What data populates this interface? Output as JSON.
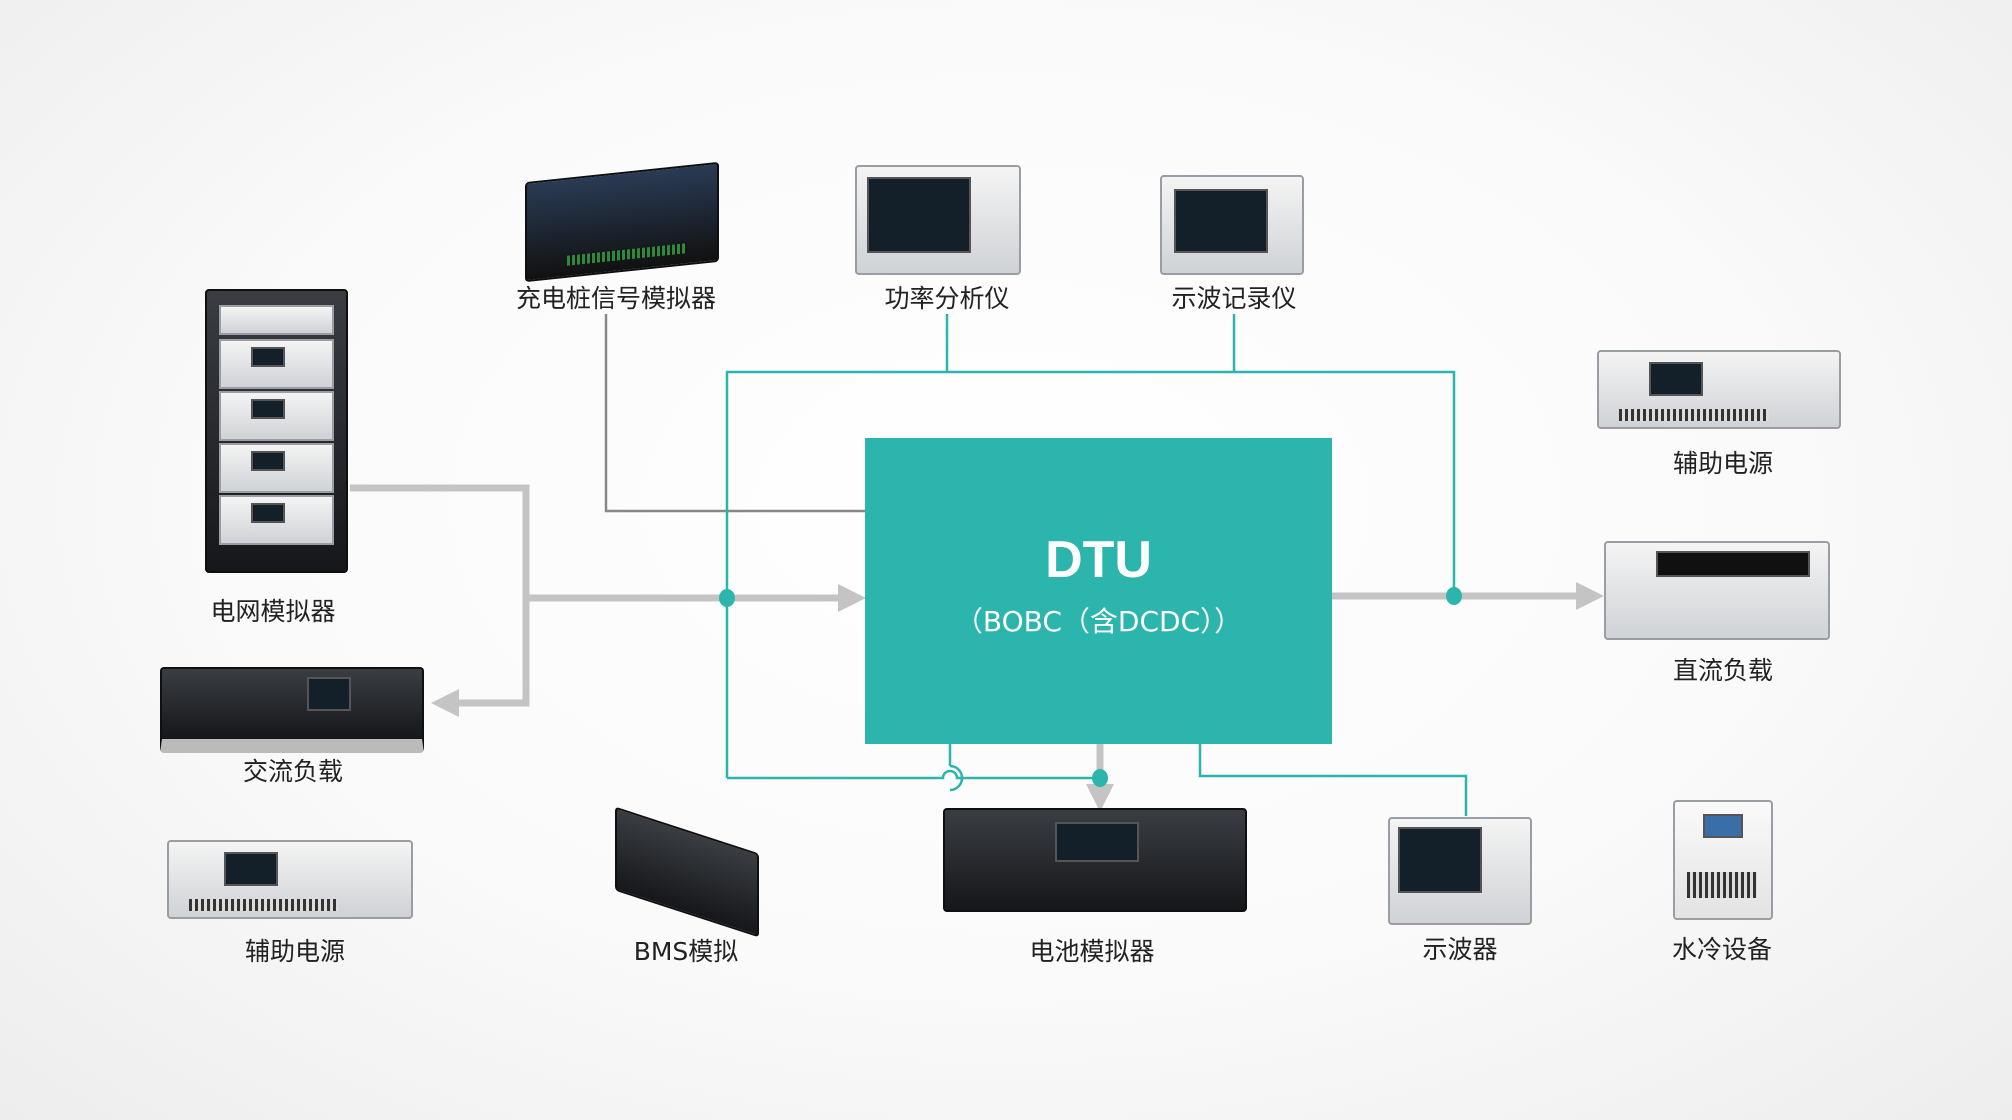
{
  "center": {
    "title": "DTU",
    "subtitle": "（BOBC（含DCDC））",
    "color": "#2bb5ad"
  },
  "devices": {
    "charging_pile_sim": "充电桩信号模拟器",
    "power_analyzer": "功率分析仪",
    "scope_recorder": "示波记录仪",
    "aux_power_right": "辅助电源",
    "dc_load": "直流负载",
    "grid_sim": "电网模拟器",
    "ac_load": "交流负载",
    "aux_power_left": "辅助电源",
    "bms_sim": "BMS模拟",
    "battery_sim": "电池模拟器",
    "oscilloscope": "示波器",
    "water_cooler": "水冷设备"
  },
  "colors": {
    "signal_line": "#2bb5ad",
    "power_line": "#c4c4c4",
    "control_line": "#888888"
  }
}
